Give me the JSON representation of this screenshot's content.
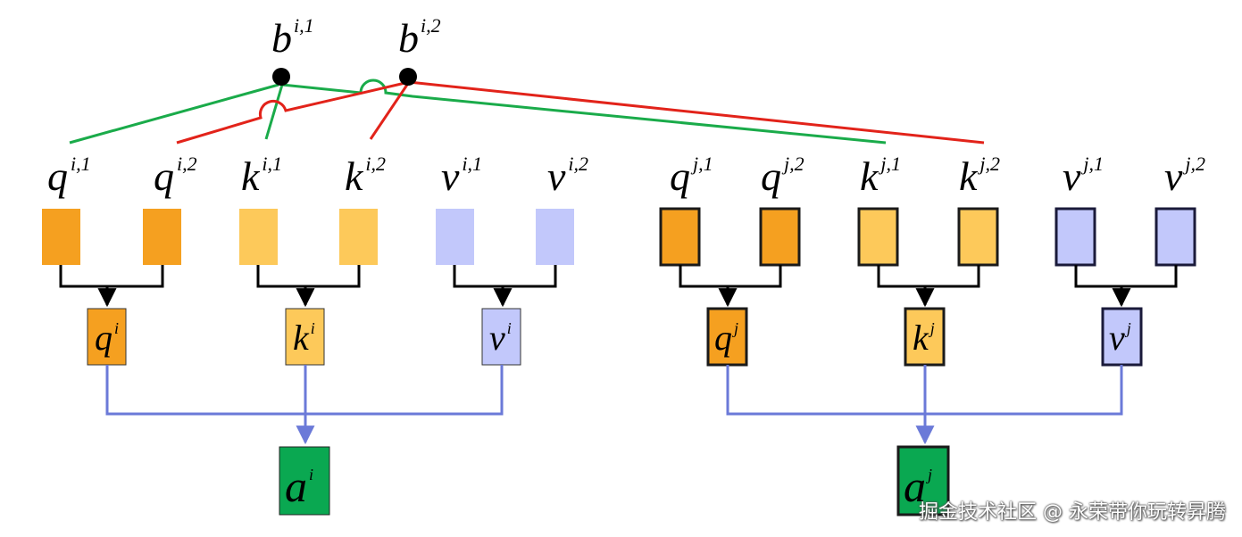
{
  "colors": {
    "q": "#f5a020",
    "k": "#fdc95a",
    "v": "#c2c8fb",
    "a": "#0aa851",
    "green_line": "#1aab4a",
    "red_line": "#e2231a",
    "blue_line": "#6b7ad8",
    "black_line": "#000000"
  },
  "outputs": [
    {
      "base": "b",
      "sup": "i,1"
    },
    {
      "base": "b",
      "sup": "i,2"
    }
  ],
  "left_group": {
    "heads": [
      {
        "base": "q",
        "sup": "i,1"
      },
      {
        "base": "q",
        "sup": "i,2"
      },
      {
        "base": "k",
        "sup": "i,1"
      },
      {
        "base": "k",
        "sup": "i,2"
      },
      {
        "base": "v",
        "sup": "i,1"
      },
      {
        "base": "v",
        "sup": "i,2"
      }
    ],
    "merged": [
      {
        "base": "q",
        "sup": "i"
      },
      {
        "base": "k",
        "sup": "i"
      },
      {
        "base": "v",
        "sup": "i"
      }
    ],
    "source": {
      "base": "a",
      "sup": "i"
    }
  },
  "right_group": {
    "heads": [
      {
        "base": "q",
        "sup": "j,1"
      },
      {
        "base": "q",
        "sup": "j,2"
      },
      {
        "base": "k",
        "sup": "j,1"
      },
      {
        "base": "k",
        "sup": "j,2"
      },
      {
        "base": "v",
        "sup": "j,1"
      },
      {
        "base": "v",
        "sup": "j,2"
      }
    ],
    "merged": [
      {
        "base": "q",
        "sup": "j"
      },
      {
        "base": "k",
        "sup": "j"
      },
      {
        "base": "v",
        "sup": "j"
      }
    ],
    "source": {
      "base": "a",
      "sup": "j"
    }
  },
  "watermark": "掘金技术社区 @ 永荣带你玩转昇腾"
}
